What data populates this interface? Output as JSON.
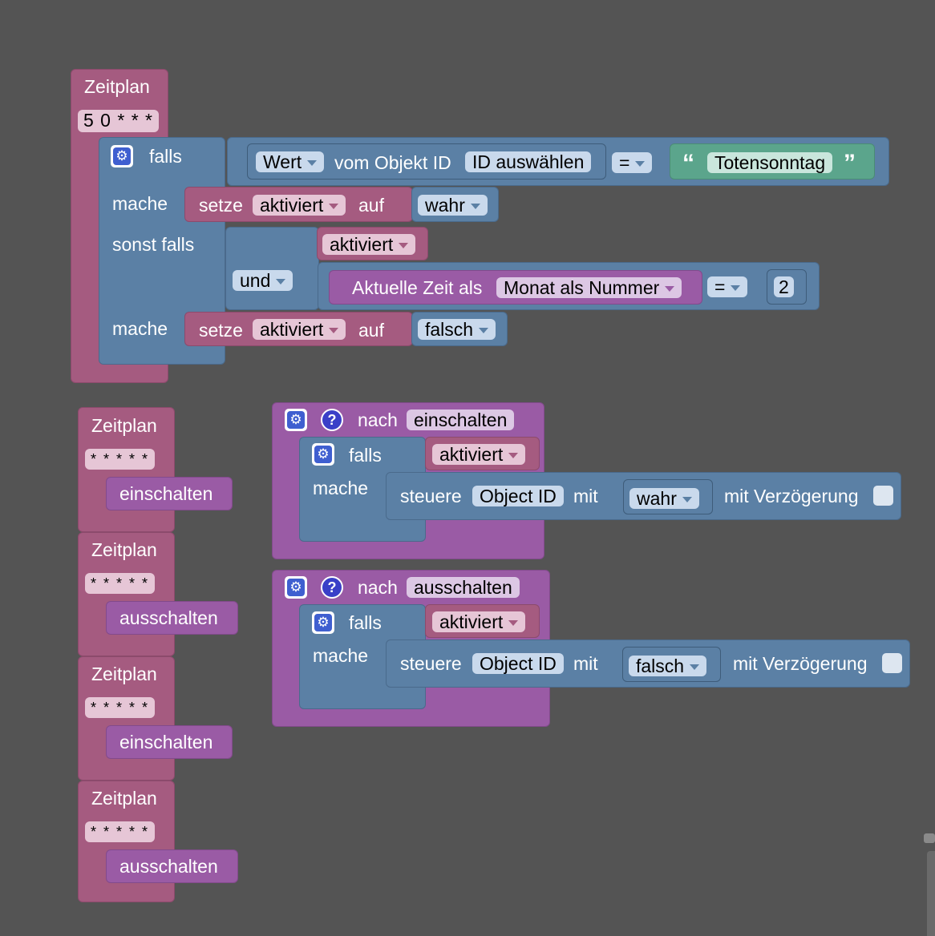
{
  "schedule_label": "Zeitplan",
  "cron_main": "5 0 * * *",
  "cron_star": "* * * * *",
  "if_block": {
    "falls": "falls",
    "mache": "mache",
    "sonst_falls": "sonst falls",
    "value_dropdown": "Wert",
    "vom_objekt": "vom Objekt ID",
    "id_select": "ID auswählen",
    "op_eq": "=",
    "string_value": "Totensonntag",
    "setze": "setze",
    "var_name": "aktiviert",
    "auf": "auf",
    "true_val": "wahr",
    "false_val": "falsch",
    "und": "und",
    "aktuelle_zeit": "Aktuelle Zeit als",
    "monat_dropdown": "Monat als Nummer",
    "number_value": "2"
  },
  "func_calls": {
    "on": "einschalten",
    "off": "ausschalten"
  },
  "proc_blocks": {
    "nach": "nach",
    "name_on": "einschalten",
    "name_off": "ausschalten",
    "steuere": "steuere",
    "object_id": "Object ID",
    "mit": "mit",
    "mit_delay": "mit Verzögerung"
  },
  "colors": {
    "workspace": "#545454",
    "logic_blue": "#5b80a5",
    "variable_pink": "#a55b80",
    "procedure_purple": "#9a5ba5",
    "text_green": "#5ba58c"
  },
  "icons": {
    "gear": "gear-icon",
    "help": "help-icon"
  }
}
